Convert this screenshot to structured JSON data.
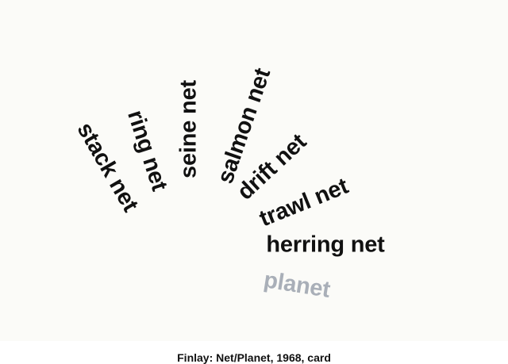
{
  "poem": {
    "words": [
      "stack net",
      "ring net",
      "seine net",
      "salmon net",
      "drift net",
      "trawl net",
      "herring net",
      "planet"
    ]
  },
  "caption": "Finlay: Net/Planet, 1968, card",
  "colors": {
    "text": "#111111",
    "planet_text": "#a9afb8",
    "background": "#fbfbf8"
  }
}
